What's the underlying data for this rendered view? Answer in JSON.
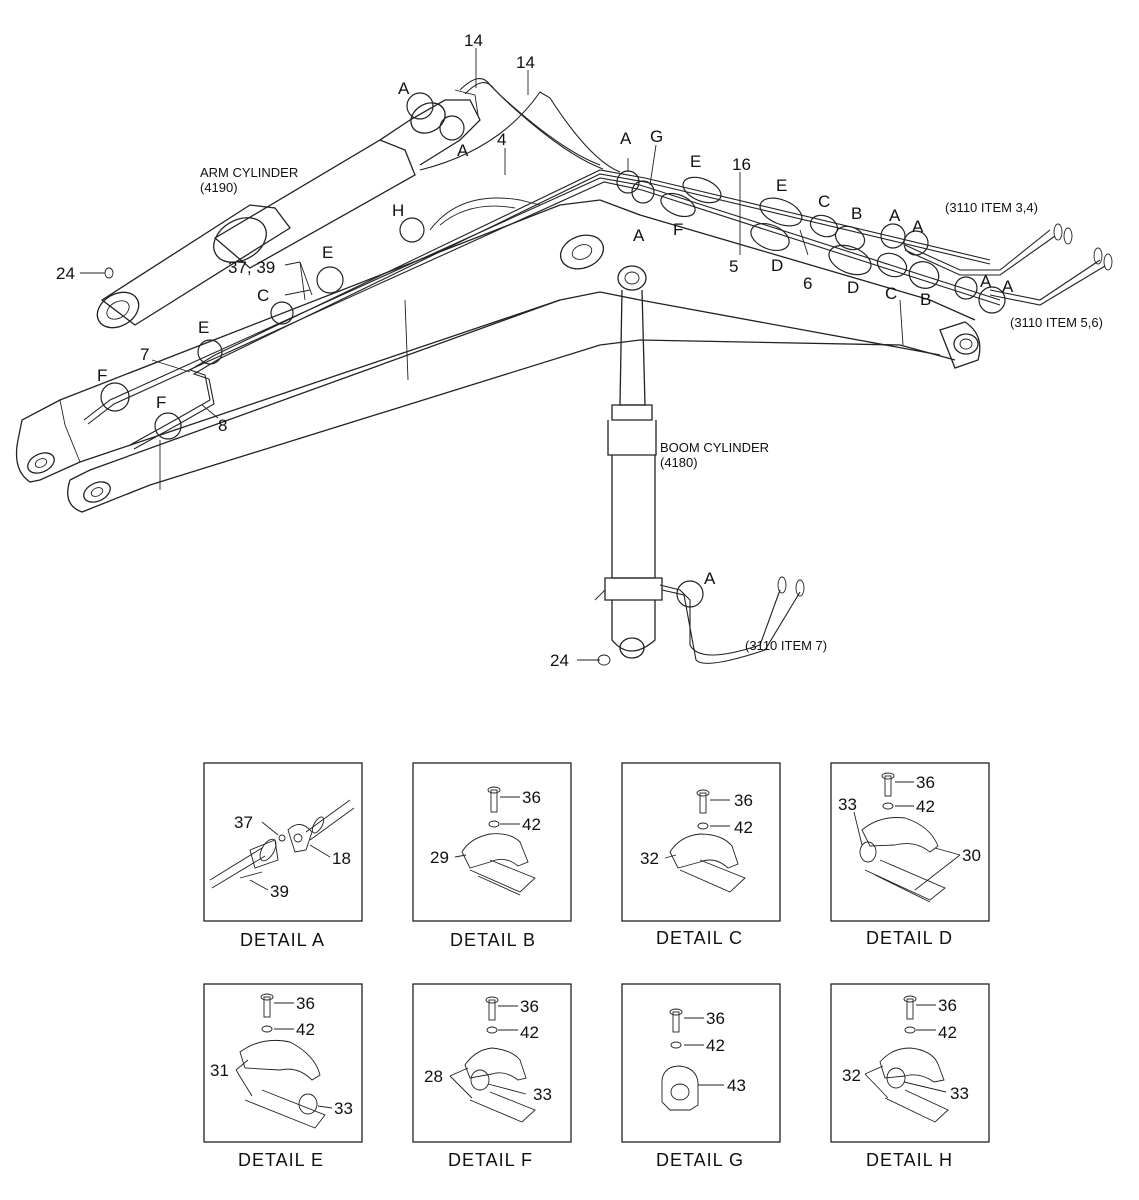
{
  "main": {
    "labels": {
      "n14a": "14",
      "n14b": "14",
      "n4": "4",
      "n16": "16",
      "n5": "5",
      "n6": "6",
      "n7": "7",
      "n8": "8",
      "n24a": "24",
      "n24b": "24",
      "n3739": "37, 39",
      "A1": "A",
      "A2": "A",
      "A3": "A",
      "A4": "A",
      "A5": "A",
      "A6": "A",
      "A7": "A",
      "A8": "A",
      "A9": "A",
      "G": "G",
      "E1": "E",
      "E2": "E",
      "E3": "E",
      "E4": "E",
      "F1": "F",
      "F2": "F",
      "F3": "F",
      "C1": "C",
      "C2": "C",
      "C3": "C",
      "B1": "B",
      "B2": "B",
      "D1": "D",
      "D2": "D",
      "H": "H"
    },
    "arm_cylinder": [
      "ARM CYLINDER",
      "(4190)"
    ],
    "boom_cylinder": [
      "BOOM CYLINDER",
      "(4180)"
    ],
    "ref1": "(3110 ITEM 3,4)",
    "ref2": "(3110 ITEM 5,6)",
    "ref3": "(3110 ITEM 7)"
  },
  "details": [
    {
      "caption": "DETAIL  A",
      "labels": [
        "37",
        "18",
        "39"
      ]
    },
    {
      "caption": "DETAIL  B",
      "labels": [
        "36",
        "42",
        "29"
      ]
    },
    {
      "caption": "DETAIL  C",
      "labels": [
        "36",
        "42",
        "32"
      ]
    },
    {
      "caption": "DETAIL  D",
      "labels": [
        "36",
        "42",
        "33",
        "30"
      ]
    },
    {
      "caption": "DETAIL  E",
      "labels": [
        "36",
        "42",
        "31",
        "33"
      ]
    },
    {
      "caption": "DETAIL  F",
      "labels": [
        "36",
        "42",
        "28",
        "33"
      ]
    },
    {
      "caption": "DETAIL  G",
      "labels": [
        "36",
        "42",
        "43"
      ]
    },
    {
      "caption": "DETAIL  H",
      "labels": [
        "36",
        "42",
        "32",
        "33"
      ]
    }
  ]
}
